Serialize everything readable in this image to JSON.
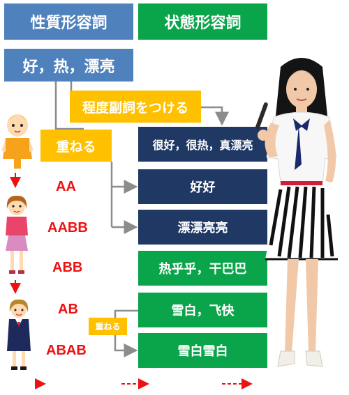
{
  "header": {
    "left_title": "性質形容詞",
    "right_title": "状態形容詞"
  },
  "source_box": "好，热，漂亮",
  "adverb_box": "程度副詞をつける",
  "repeat_box": "重ねる",
  "repeat_small": "重ねる",
  "patterns": [
    "AA",
    "AABB",
    "ABB",
    "AB",
    "ABAB"
  ],
  "results": {
    "adverb": "很好，很热，真漂亮",
    "aa": "好好",
    "aabb": "漂漂亮亮",
    "abb": "热乎乎，干巴巴",
    "ab": "雪白，飞快",
    "abab": "雪白雪白"
  },
  "colors": {
    "blue": "#4f81bd",
    "green": "#0aa44a",
    "navy": "#1f3864",
    "gold": "#ffc000",
    "red": "#ee1111"
  },
  "icons": [
    "baby-figure-icon",
    "girl-figure-icon",
    "schoolgirl-figure-icon",
    "teacher-photo"
  ]
}
